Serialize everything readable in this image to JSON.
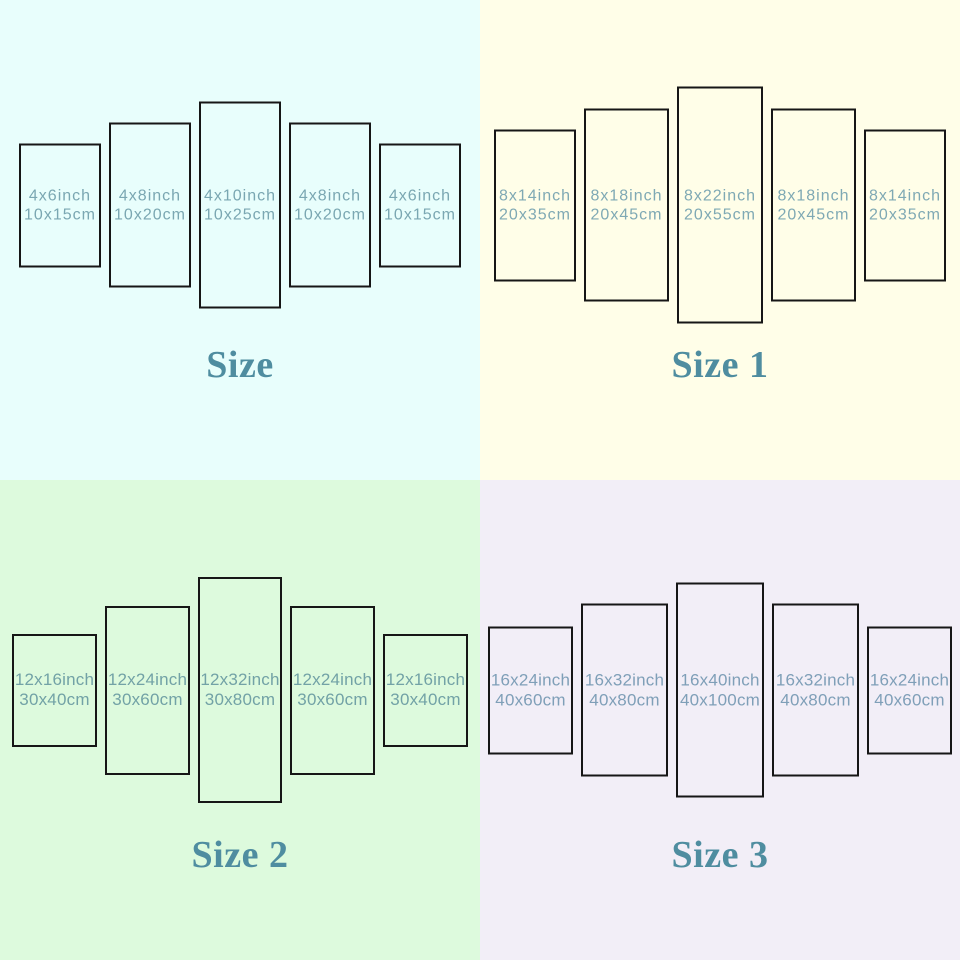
{
  "colors": {
    "border": "#161616",
    "title_text": "#4f8da0"
  },
  "quadrants": [
    {
      "title": "Size",
      "colors": {
        "bg": "#e8fefc",
        "text": "#7aa7b2"
      },
      "panels": [
        {
          "line1": "4x6inch",
          "line2": "10x15cm"
        },
        {
          "line1": "4x8inch",
          "line2": "10x20cm"
        },
        {
          "line1": "4x10inch",
          "line2": "10x25cm"
        },
        {
          "line1": "4x8inch",
          "line2": "10x20cm"
        },
        {
          "line1": "4x6inch",
          "line2": "10x15cm"
        }
      ]
    },
    {
      "title": "Size 1",
      "colors": {
        "bg": "#fffee8",
        "text": "#7fa9b4"
      },
      "panels": [
        {
          "line1": "8x14inch",
          "line2": "20x35cm"
        },
        {
          "line1": "8x18inch",
          "line2": "20x45cm"
        },
        {
          "line1": "8x22inch",
          "line2": "20x55cm"
        },
        {
          "line1": "8x18inch",
          "line2": "20x45cm"
        },
        {
          "line1": "8x14inch",
          "line2": "20x35cm"
        }
      ]
    },
    {
      "title": "Size 2",
      "colors": {
        "bg": "#ddfadd",
        "text": "#72a2a6"
      },
      "panels": [
        {
          "line1": "12x16inch",
          "line2": "30x40cm"
        },
        {
          "line1": "12x24inch",
          "line2": "30x60cm"
        },
        {
          "line1": "12x32inch",
          "line2": "30x80cm"
        },
        {
          "line1": "12x24inch",
          "line2": "30x60cm"
        },
        {
          "line1": "12x16inch",
          "line2": "30x40cm"
        }
      ]
    },
    {
      "title": "Size 3",
      "colors": {
        "bg": "#f2eef7",
        "text": "#7f9fb8"
      },
      "panels": [
        {
          "line1": "16x24inch",
          "line2": "40x60cm"
        },
        {
          "line1": "16x32inch",
          "line2": "40x80cm"
        },
        {
          "line1": "16x40inch",
          "line2": "40x100cm"
        },
        {
          "line1": "16x32inch",
          "line2": "40x80cm"
        },
        {
          "line1": "16x24inch",
          "line2": "40x60cm"
        }
      ]
    }
  ]
}
